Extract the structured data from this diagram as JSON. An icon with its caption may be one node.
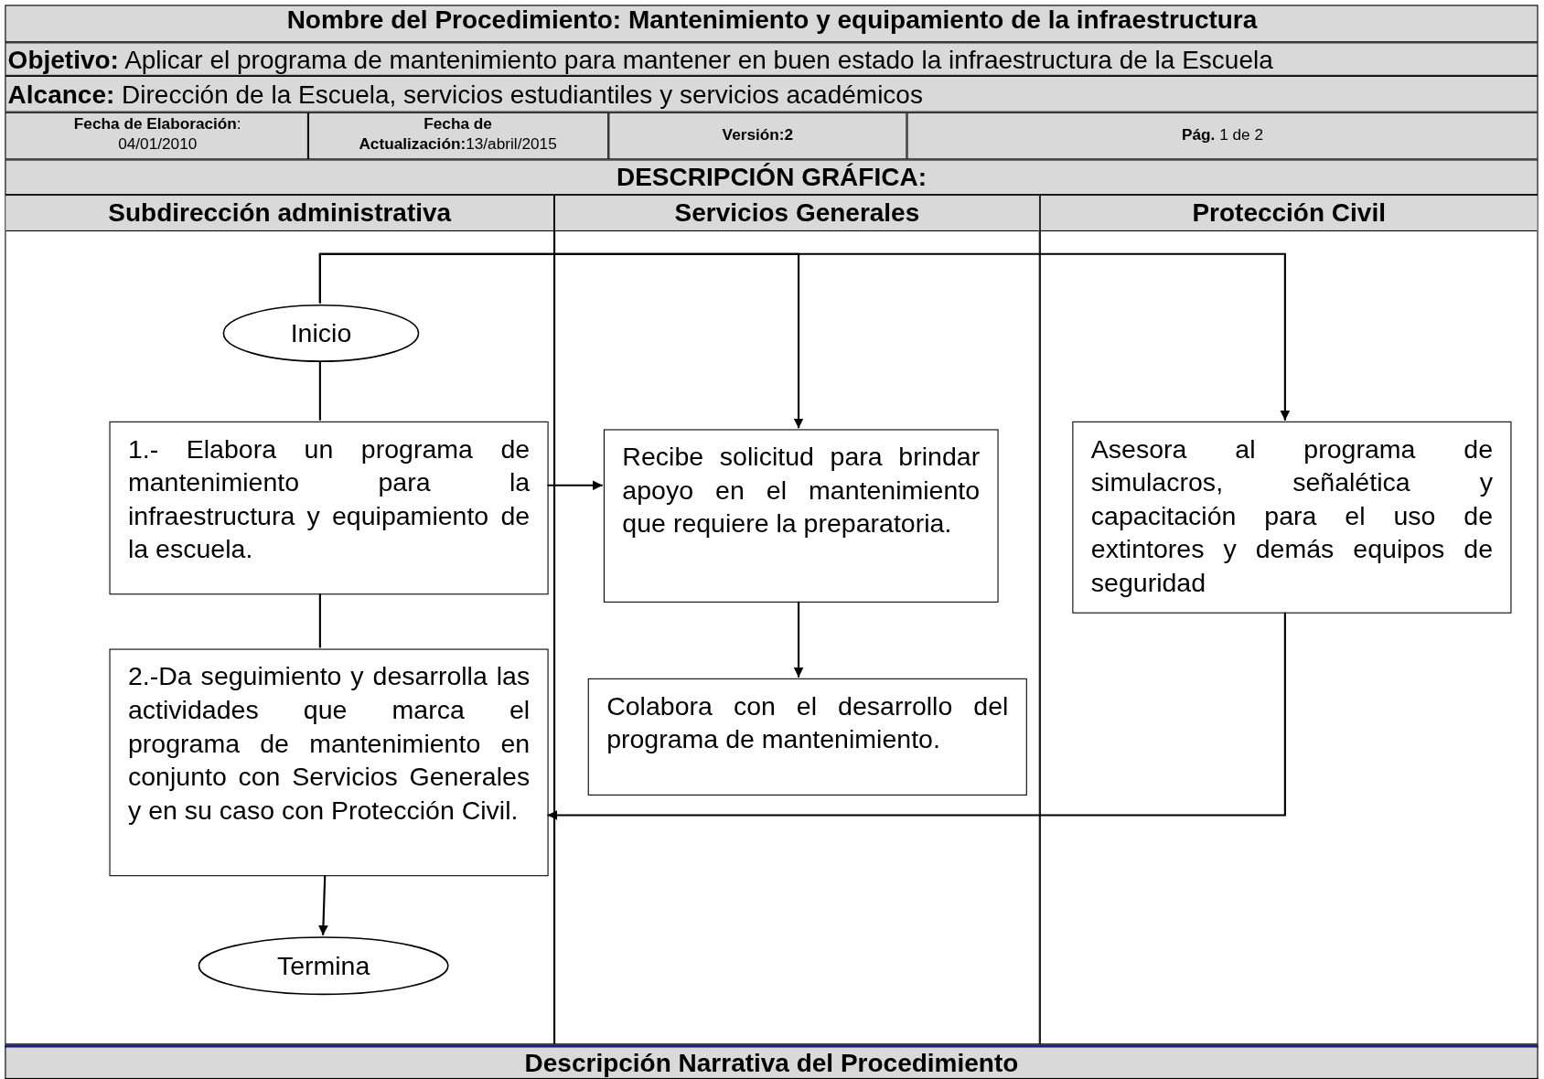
{
  "diagram": {
    "title": "Nombre del Procedimiento: Mantenimiento y equipamiento de la infraestructura",
    "nodes": [
      {
        "text": [
          "Subdirección administrativa"
        ]
      },
      {
        "text": [
          "Inicio"
        ],
        "in": 0
      },
      {
        "text": [
          "1.- Elabora un programa de mantenimiento para la infraestructura y equipamiento de la escuela."
        ],
        "in": 0
      },
      {
        "text": [
          "2.-Da seguimiento y desarrolla las actividades que marca el programa de mantenimiento en conjunto con Servicios Generales y en su caso con Protección Civil."
        ],
        "in": 0
      },
      {
        "text": [
          "Termina"
        ],
        "in": 0
      },
      {
        "text": [
          "Servicios Generales"
        ]
      },
      {
        "text": [
          "Recibe solicitud para brindar apoyo en el mantenimiento que requiere la preparatoria."
        ],
        "in": 5
      },
      {
        "text": [
          "Colabora con el desarrollo del programa de mantenimiento."
        ],
        "in": 5
      },
      {
        "text": [
          "Protección Civil"
        ]
      },
      {
        "text": [
          "Asesora al programa de simulacros, señalética y capacitación para el uso de extintores y demás equipos de seguridad"
        ],
        "in": 8
      }
    ],
    "edges": [
      {
        "from": 1,
        "to": 6,
        "arrow": "to"
      },
      {
        "from": 1,
        "to": 9,
        "arrow": "to"
      },
      {
        "from": 1,
        "to": 2,
        "arrow": "none"
      },
      {
        "from": 2,
        "to": 6,
        "arrow": "to"
      },
      {
        "from": 2,
        "to": 3,
        "arrow": "none"
      },
      {
        "from": 6,
        "to": 7,
        "arrow": "to"
      },
      {
        "from": 9,
        "to": 3,
        "arrow": "to"
      },
      {
        "from": 3,
        "to": 4,
        "arrow": "to"
      }
    ],
    "labels": [
      "**Objetivo:** Aplicar el  programa de mantenimiento para mantener en buen estado la infraestructura de la Escuela",
      "**Alcance:** Dirección de la Escuela, servicios estudiantiles y servicios académicos",
      "**Fecha de Elaboración**: 04/01/2010",
      "**Fecha de Actualización:**13/abril/2015",
      "Versión:2",
      "**Pág.** 1 de 2",
      "DESCRIPCIÓN GRÁFICA:",
      "Descripción Narrativa del Procedimiento"
    ]
  }
}
